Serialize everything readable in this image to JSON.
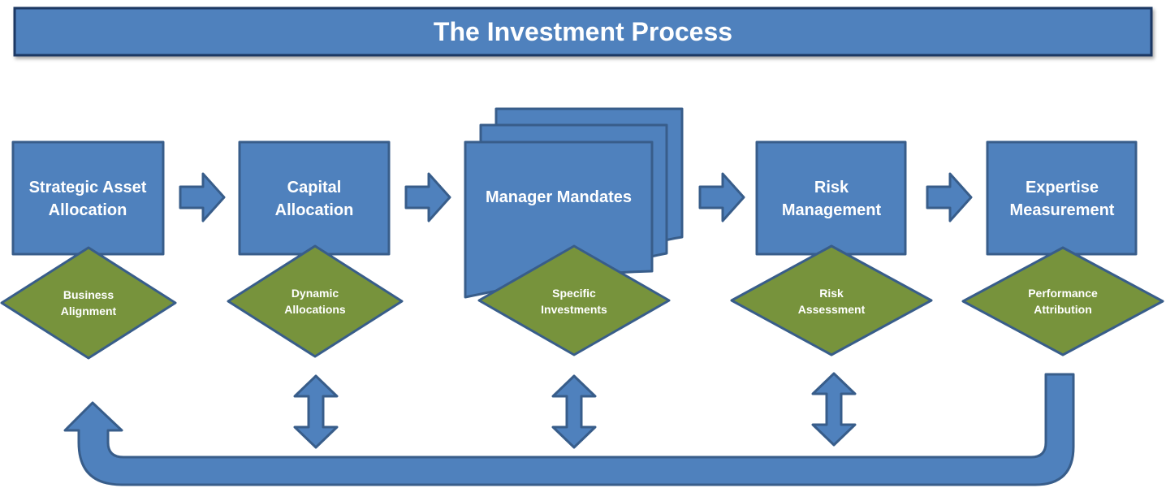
{
  "title": "The Investment Process",
  "colors": {
    "primary_blue": "#4f81bd",
    "outline_blue": "#385d8a",
    "diamond_green": "#77933c",
    "text": "#ffffff"
  },
  "steps": [
    {
      "label_lines": [
        "Strategic Asset",
        "Allocation"
      ],
      "sub_lines": [
        "Business",
        "Alignment"
      ]
    },
    {
      "label_lines": [
        "Capital",
        "Allocation"
      ],
      "sub_lines": [
        "Dynamic",
        "Allocations"
      ]
    },
    {
      "label_lines": [
        "Manager Mandates"
      ],
      "sub_lines": [
        "Specific",
        "Investments"
      ]
    },
    {
      "label_lines": [
        "Risk",
        "Management"
      ],
      "sub_lines": [
        "Risk",
        "Assessment"
      ]
    },
    {
      "label_lines": [
        "Expertise",
        "Measurement"
      ],
      "sub_lines": [
        "Performance",
        "Attribution"
      ]
    }
  ]
}
